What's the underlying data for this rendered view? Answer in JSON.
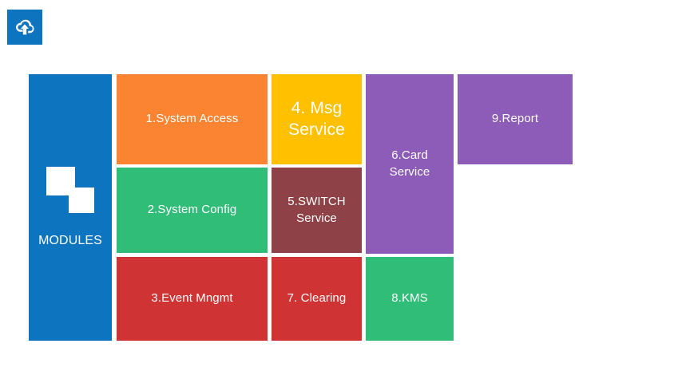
{
  "logo": {
    "icon": "cloud-upload-icon",
    "background": "#0d74c0",
    "glyph_color": "#ffffff"
  },
  "diagram": {
    "title": "MODULES",
    "background": "#ffffff",
    "sidebar": {
      "label": "MODULES",
      "icon": "two-squares-icon",
      "color": "#0d74c0",
      "text_color": "#ffffff"
    },
    "tiles": [
      {
        "id": "system-access",
        "number": "1",
        "label": "1.System Access",
        "color": "#fb8432",
        "text_color": "#ffffff",
        "column": 1,
        "row": 1
      },
      {
        "id": "msg-service",
        "number": "4",
        "label": "4. Msg Service",
        "color": "#ffc000",
        "text_color": "#ffffff",
        "column": 2,
        "row": 1
      },
      {
        "id": "card-service",
        "number": "6",
        "label": "6.Card Service",
        "color": "#8c5cb8",
        "text_color": "#ffffff",
        "column": 3,
        "row": 1
      },
      {
        "id": "report",
        "number": "9",
        "label": "9.Report",
        "color": "#8c5cb8",
        "text_color": "#ffffff",
        "column": 4,
        "row": 1
      },
      {
        "id": "system-config",
        "number": "2",
        "label": "2.System Config",
        "color": "#30bd77",
        "text_color": "#ffffff",
        "column": 1,
        "row": 2
      },
      {
        "id": "switch-service",
        "number": "5",
        "label": "5.SWITCH Service",
        "color": "#8e4146",
        "text_color": "#ffffff",
        "column": 2,
        "row": 2
      },
      {
        "id": "event-mngmt",
        "number": "3",
        "label": "3.Event Mngmt",
        "color": "#d03333",
        "text_color": "#ffffff",
        "column": 1,
        "row": 3
      },
      {
        "id": "clearing",
        "number": "7",
        "label": "7. Clearing",
        "color": "#d03333",
        "text_color": "#ffffff",
        "column": 2,
        "row": 3
      },
      {
        "id": "kms",
        "number": "8",
        "label": "8.KMS",
        "color": "#30bd77",
        "text_color": "#ffffff",
        "column": 3,
        "row": 3
      }
    ]
  }
}
